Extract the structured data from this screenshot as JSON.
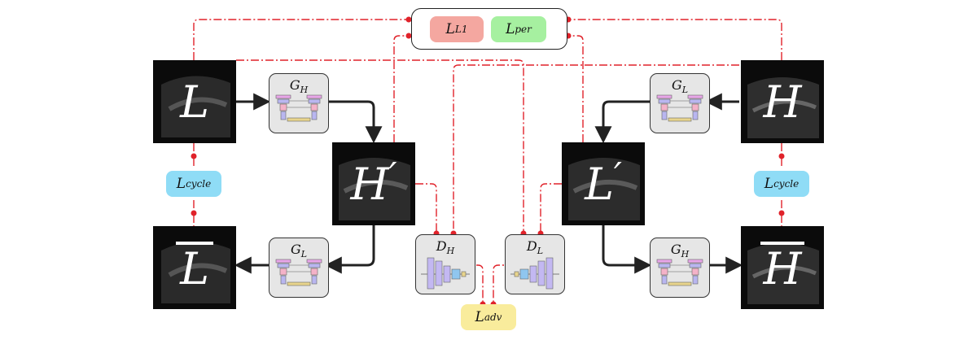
{
  "images": {
    "L": {
      "symbol": "L",
      "mark": ""
    },
    "H": {
      "symbol": "H",
      "mark": ""
    },
    "Hp": {
      "symbol": "H",
      "mark": "′"
    },
    "Lp": {
      "symbol": "L",
      "mark": "′"
    },
    "Lbar": {
      "symbol": "L",
      "mark": "overbar"
    },
    "Hbar": {
      "symbol": "H",
      "mark": "overbar"
    }
  },
  "generators": {
    "gh_top": {
      "main": "G",
      "sub": "H"
    },
    "gl_top": {
      "main": "G",
      "sub": "L"
    },
    "gl_bottom": {
      "main": "G",
      "sub": "L"
    },
    "gh_bottom": {
      "main": "G",
      "sub": "H"
    }
  },
  "discriminators": {
    "dh": {
      "main": "D",
      "sub": "H"
    },
    "dl": {
      "main": "D",
      "sub": "L"
    }
  },
  "losses": {
    "l1": {
      "main": "L",
      "sub": "L1",
      "color": "#f4a7a0"
    },
    "per": {
      "main": "L",
      "sub": "per",
      "color": "#a6f0a0"
    },
    "cycle_left": {
      "main": "L",
      "sub": "cycle",
      "color": "#8fdcf6"
    },
    "cycle_right": {
      "main": "L",
      "sub": "cycle",
      "color": "#8fdcf6"
    },
    "adv": {
      "main": "L",
      "sub": "adv",
      "color": "#f9ec9c"
    }
  },
  "colors": {
    "dashed_line": "#e0222a",
    "arrow": "#222222",
    "net_box": "#e6e6e6"
  }
}
